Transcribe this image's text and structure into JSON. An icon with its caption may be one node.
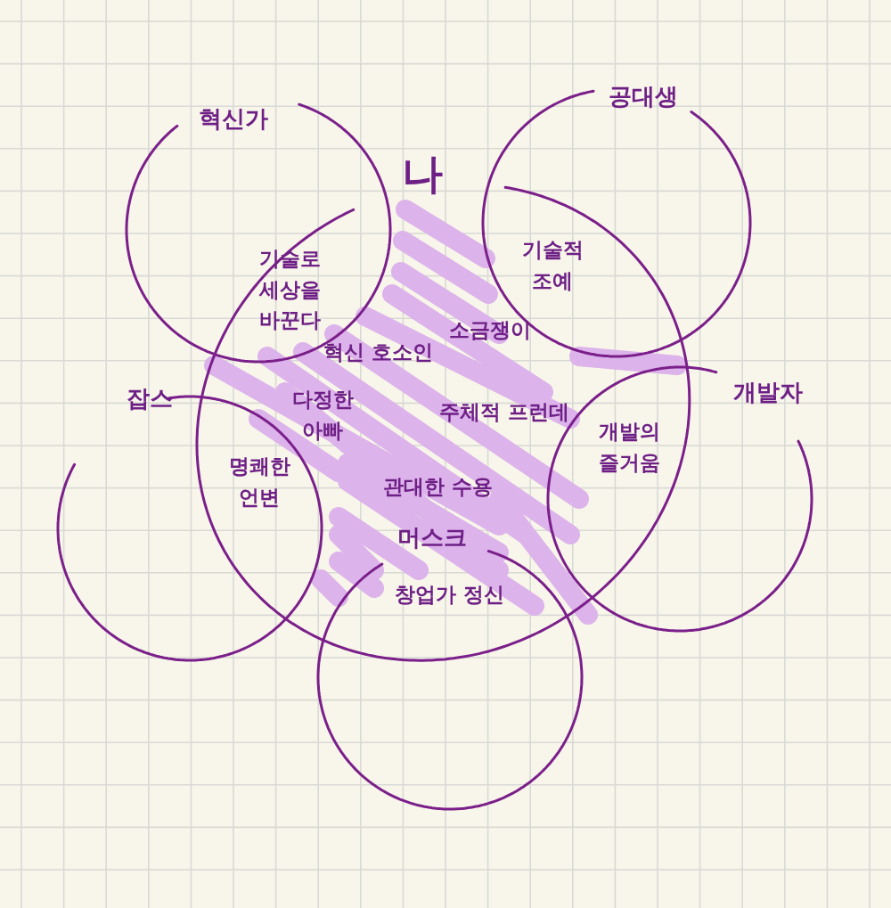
{
  "diagram": {
    "nodes": [
      {
        "text": [
          "혁신가"
        ]
      },
      {
        "text": [
          "공대생"
        ]
      },
      {
        "text": [
          "나"
        ]
      },
      {
        "text": [
          "잡스"
        ]
      },
      {
        "text": [
          "개발자"
        ]
      },
      {
        "text": [
          "머스크"
        ]
      }
    ],
    "labels": [
      "기술로 세상을 바꾼다",
      "기술적 조예",
      "소금쟁이",
      "혁신 호소인",
      "다정한 아빠",
      "주체적 프런데",
      "개발의 즐거움",
      "명쾌한 언변",
      "관대한 수용",
      "창업가 정신"
    ]
  }
}
